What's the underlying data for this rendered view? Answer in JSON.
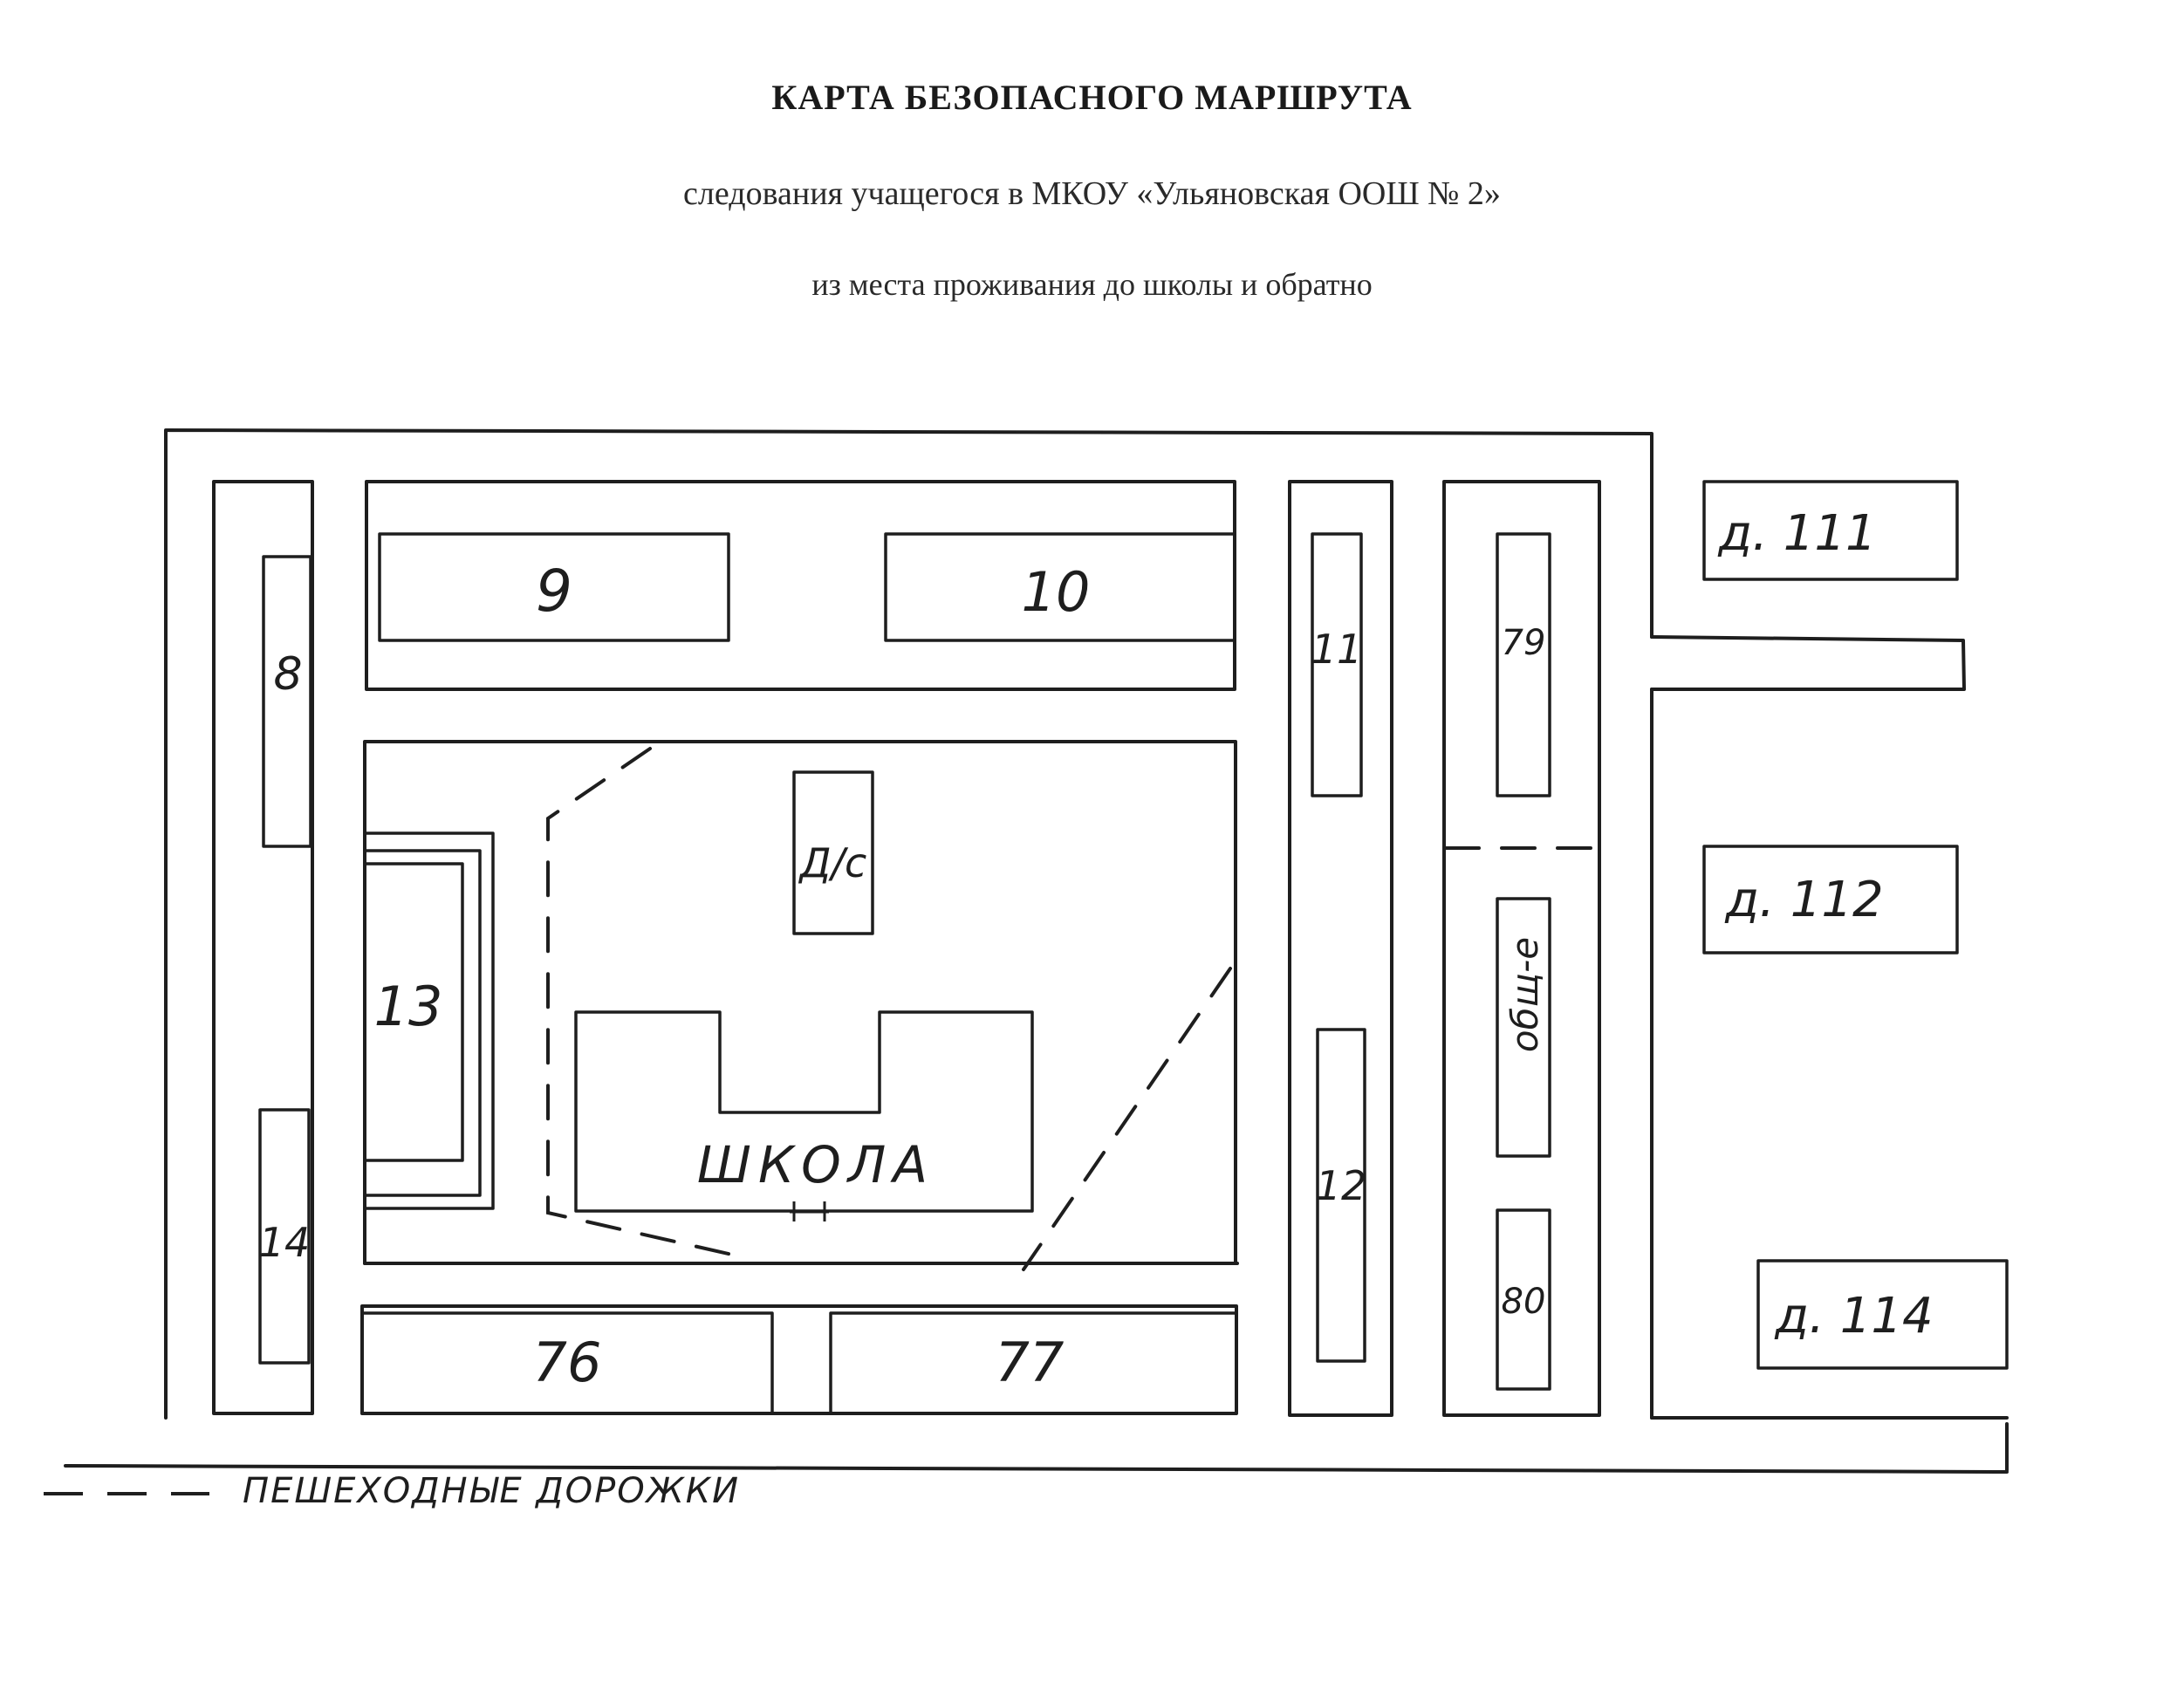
{
  "header": {
    "title": "КАРТА  БЕЗОПАСНОГО МАРШРУТА",
    "subtitle": "следования учащегося  в МКОУ «Ульяновская ООШ № 2»",
    "subtitle2": "из места проживания до школы и обратно"
  },
  "map": {
    "buildings": {
      "b8": "8",
      "b9": "9",
      "b10": "10",
      "b11": "11",
      "b79": "79",
      "d111": "д. 111",
      "ds": "Д/с",
      "d112": "д. 112",
      "b13": "13",
      "school": "ШКОЛА",
      "obsh": "общ-е",
      "b12": "12",
      "b14": "14",
      "b80": "80",
      "d114": "д. 114",
      "b76": "76",
      "b77": "77"
    },
    "legend": {
      "paths": "ПЕШЕХОДНЫЕ ДОРОЖКИ"
    },
    "colors": {
      "ink": "#1e1e1e",
      "paper": "#ffffff"
    }
  }
}
